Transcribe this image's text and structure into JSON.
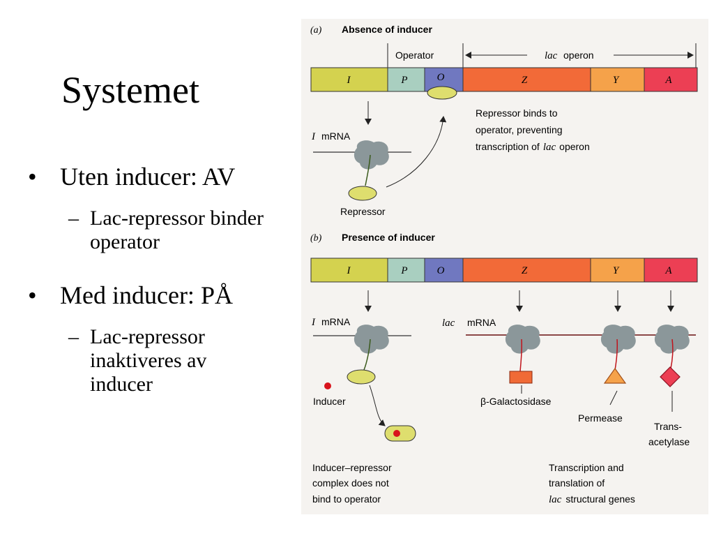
{
  "slide": {
    "title": "Systemet",
    "bullets": [
      {
        "bullet": "•",
        "text": "Uten inducer: AV",
        "sub": {
          "dash": "–",
          "text": "Lac-repressor binder operator"
        }
      },
      {
        "bullet": "•",
        "text": "Med inducer: PÅ",
        "sub": {
          "dash": "–",
          "text": "Lac-repressor inaktiveres av inducer"
        }
      }
    ]
  },
  "figure": {
    "panel_a": {
      "letter": "(a)",
      "heading": "Absence of inducer",
      "operator_label": "Operator",
      "operon_label_italic": "lac",
      "operon_label": "operon",
      "genes": [
        "I",
        "P",
        "O",
        "Z",
        "Y",
        "A"
      ],
      "mrna_italic": "I",
      "mrna_label": "mRNA",
      "repressor_label": "Repressor",
      "caption_line1": "Repressor binds to",
      "caption_line2": "operator, preventing",
      "caption_line3_pre": "transcription of",
      "caption_line3_italic": "lac",
      "caption_line3_post": "operon"
    },
    "panel_b": {
      "letter": "(b)",
      "heading": "Presence of inducer",
      "genes": [
        "I",
        "P",
        "O",
        "Z",
        "Y",
        "A"
      ],
      "mrna_italic": "I",
      "mrna_label": "mRNA",
      "lac_mrna_italic": "lac",
      "lac_mrna_label": "mRNA",
      "inducer_label": "Inducer",
      "galactosidase_label": "β-Galactosidase",
      "permease_label": "Permease",
      "trans_label_1": "Trans-",
      "trans_label_2": "acetylase",
      "left_caption_1": "Inducer–repressor",
      "left_caption_2": "complex does not",
      "left_caption_3": "bind to operator",
      "right_caption_1": "Transcription and",
      "right_caption_2": "translation of",
      "right_caption_3_italic": "lac",
      "right_caption_3": "structural genes"
    },
    "colors": {
      "gene_I": "#d4d24f",
      "gene_P": "#a9cfc0",
      "gene_O": "#7078c0",
      "gene_Z": "#f26a38",
      "gene_Y": "#f5a24a",
      "gene_A": "#ec3f54",
      "repressor": "#dede6e",
      "ribosome": "#8b979a",
      "inducer": "#d8141c",
      "product": "#f06a36"
    }
  }
}
